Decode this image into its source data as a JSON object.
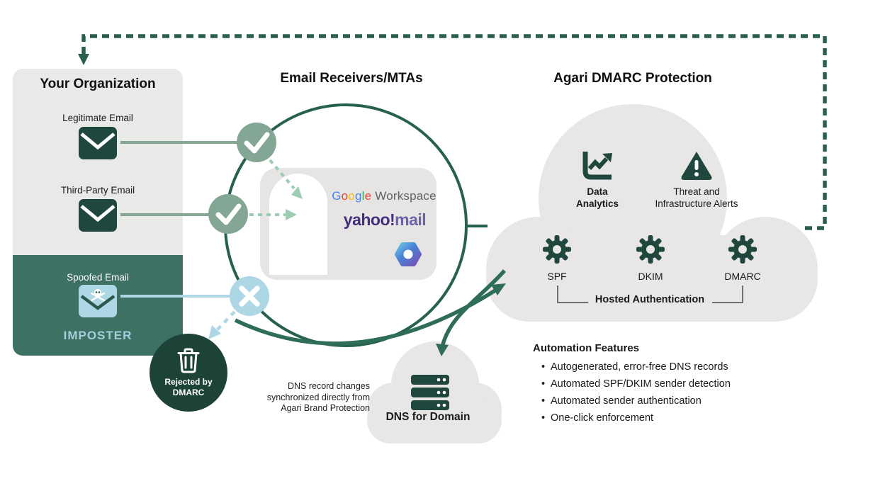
{
  "org": {
    "title": "Your Organization",
    "legitimate_label": "Legitimate Email",
    "third_party_label": "Third-Party Email",
    "spoofed_label": "Spoofed Email",
    "imposter_label": "IMPOSTER"
  },
  "rejected": {
    "line1": "Rejected by",
    "line2": "DMARC"
  },
  "mta": {
    "title": "Email Receivers/MTAs",
    "google": {
      "letters": [
        "G",
        "o",
        "o",
        "g",
        "l",
        "e"
      ],
      "letter_colors": [
        "#4285F4",
        "#EA4335",
        "#FBBC05",
        "#4285F4",
        "#34A853",
        "#EA4335"
      ],
      "suffix": "Workspace"
    },
    "yahoo": {
      "part1": "yahoo!",
      "part2": "mail"
    },
    "microsoft_logo": "microsoft-365"
  },
  "agari": {
    "title": "Agari DMARC Protection",
    "data_analytics": {
      "line1": "Data",
      "line2": "Analytics"
    },
    "threat_alerts": {
      "line1": "Threat and",
      "line2": "Infrastructure Alerts"
    },
    "gears": [
      "SPF",
      "DKIM",
      "DMARC"
    ],
    "hosted_auth": "Hosted Authentication"
  },
  "dns": {
    "note_lines": [
      "DNS record changes",
      "synchronized directly from",
      "Agari Brand Protection"
    ],
    "label": "DNS for Domain"
  },
  "automation": {
    "title": "Automation Features",
    "items": [
      "Autogenerated, error-free DNS records",
      "Automated SPF/DKIM sender detection",
      "Automated sender authentication",
      "One-click enforcement"
    ]
  },
  "colors": {
    "icon_dark_green": "#20473e",
    "ring_green": "#26604f",
    "org_panel_green": "#3d7163",
    "sage_circle": "#84a695",
    "light_green_dash": "#9ccdb4",
    "light_blue": "#aed7e6",
    "imposter_text": "#a3cfdd",
    "panel_gray": "#e9e9e8",
    "cloud_gray": "#e8e7e5",
    "rejected_circle_green": "#1d4238",
    "yahoo_purple": "#42307f",
    "yahoo_mail_purple": "#6f61ab",
    "google_workspace_gray": "#5f6368"
  }
}
